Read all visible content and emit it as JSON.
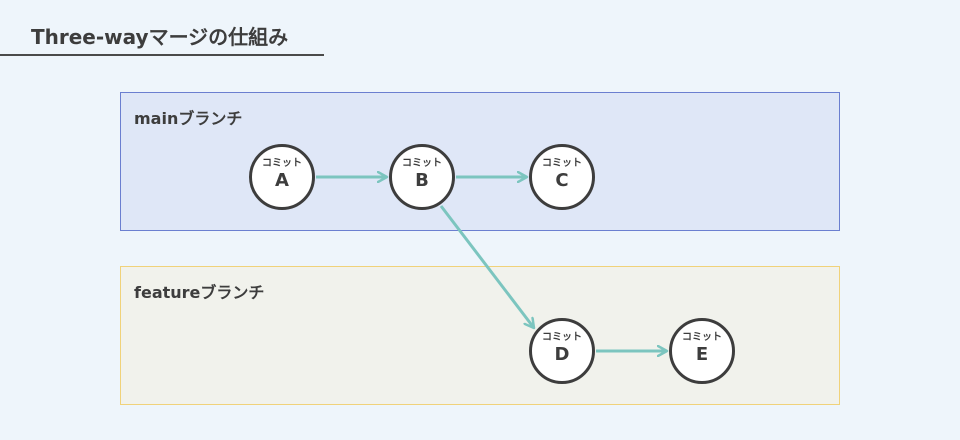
{
  "title": "Three-wayマージの仕組み",
  "branches": {
    "main": {
      "label": "mainブランチ"
    },
    "feature": {
      "label": "featureブランチ"
    }
  },
  "commits": [
    {
      "id": "A",
      "word": "コミット",
      "letter": "A",
      "branch": "main"
    },
    {
      "id": "B",
      "word": "コミット",
      "letter": "B",
      "branch": "main"
    },
    {
      "id": "C",
      "word": "コミット",
      "letter": "C",
      "branch": "main"
    },
    {
      "id": "D",
      "word": "コミット",
      "letter": "D",
      "branch": "feature"
    },
    {
      "id": "E",
      "word": "コミット",
      "letter": "E",
      "branch": "feature"
    }
  ],
  "edges": [
    {
      "from": "A",
      "to": "B"
    },
    {
      "from": "B",
      "to": "C"
    },
    {
      "from": "B",
      "to": "D"
    },
    {
      "from": "D",
      "to": "E"
    }
  ],
  "colors": {
    "arrow": "#7cc5bf",
    "main_fill": "#dfe7f7",
    "main_border": "#6b7fd0",
    "feature_fill": "#f1f2ec",
    "feature_border": "#f0d27a"
  }
}
